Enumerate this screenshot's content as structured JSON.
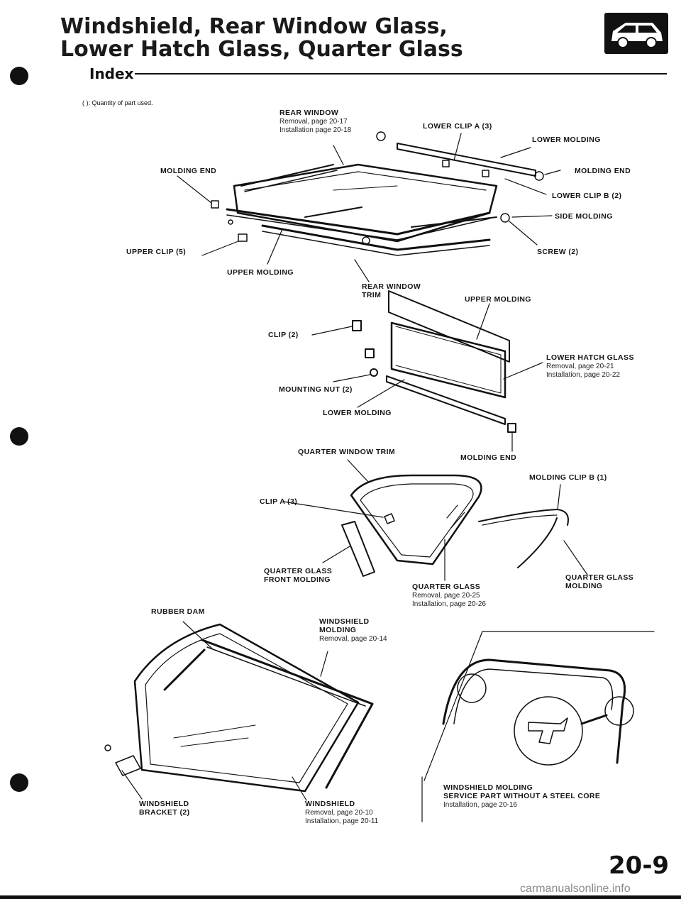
{
  "header": {
    "title_line1": "Windshield, Rear Window Glass,",
    "title_line2": "Lower Hatch Glass, Quarter Glass",
    "section": "Index",
    "icon": "hatchback-car-icon"
  },
  "note": "(   ): Quantity of part used.",
  "labels": {
    "rear_window": "REAR WINDOW",
    "rear_window_removal": "Removal, page 20-17",
    "rear_window_installation": "Installation page 20-18",
    "lower_clip_a": "LOWER CLIP A (3)",
    "lower_molding": "LOWER MOLDING",
    "molding_end_left": "MOLDING END",
    "molding_end_right": "MOLDING END",
    "lower_clip_b": "LOWER CLIP B (2)",
    "side_molding": "SIDE MOLDING",
    "upper_clip": "UPPER CLIP (5)",
    "screw": "SCREW (2)",
    "upper_molding_rear": "UPPER MOLDING",
    "rear_window_trim_1": "REAR WINDOW",
    "rear_window_trim_2": "TRIM",
    "upper_molding_hatch": "UPPER MOLDING",
    "clip_2": "CLIP (2)",
    "lower_hatch_glass": "LOWER HATCH GLASS",
    "lower_hatch_removal": "Removal, page 20-21",
    "lower_hatch_installation": "Installation, page 20-22",
    "mounting_nut": "MOUNTING NUT (2)",
    "lower_molding_hatch": "LOWER MOLDING",
    "quarter_window_trim": "QUARTER WINDOW TRIM",
    "molding_end_hatch": "MOLDING END",
    "molding_clip_b": "MOLDING CLIP B (1)",
    "clip_a": "CLIP A (3)",
    "quarter_glass_front_molding_1": "QUARTER GLASS",
    "quarter_glass_front_molding_2": "FRONT MOLDING",
    "quarter_glass": "QUARTER GLASS",
    "quarter_glass_removal": "Removal, page 20-25",
    "quarter_glass_installation": "Installation, page 20-26",
    "quarter_glass_molding_1": "QUARTER GLASS",
    "quarter_glass_molding_2": "MOLDING",
    "rubber_dam": "RUBBER DAM",
    "windshield_molding_1": "WINDSHIELD",
    "windshield_molding_2": "MOLDING",
    "windshield_molding_removal": "Removal, page 20-14",
    "windshield_bracket_1": "WINDSHIELD",
    "windshield_bracket_2": "BRACKET (2)",
    "windshield": "WINDSHIELD",
    "windshield_removal": "Removal, page 20-10",
    "windshield_installation": "Installation, page 20-11",
    "service_part_1": "WINDSHIELD MOLDING",
    "service_part_2": "SERVICE PART WITHOUT A STEEL CORE",
    "service_part_installation": "Installation, page 20-16"
  },
  "page_number": "20-9",
  "watermark": "carmanualsonline.info"
}
